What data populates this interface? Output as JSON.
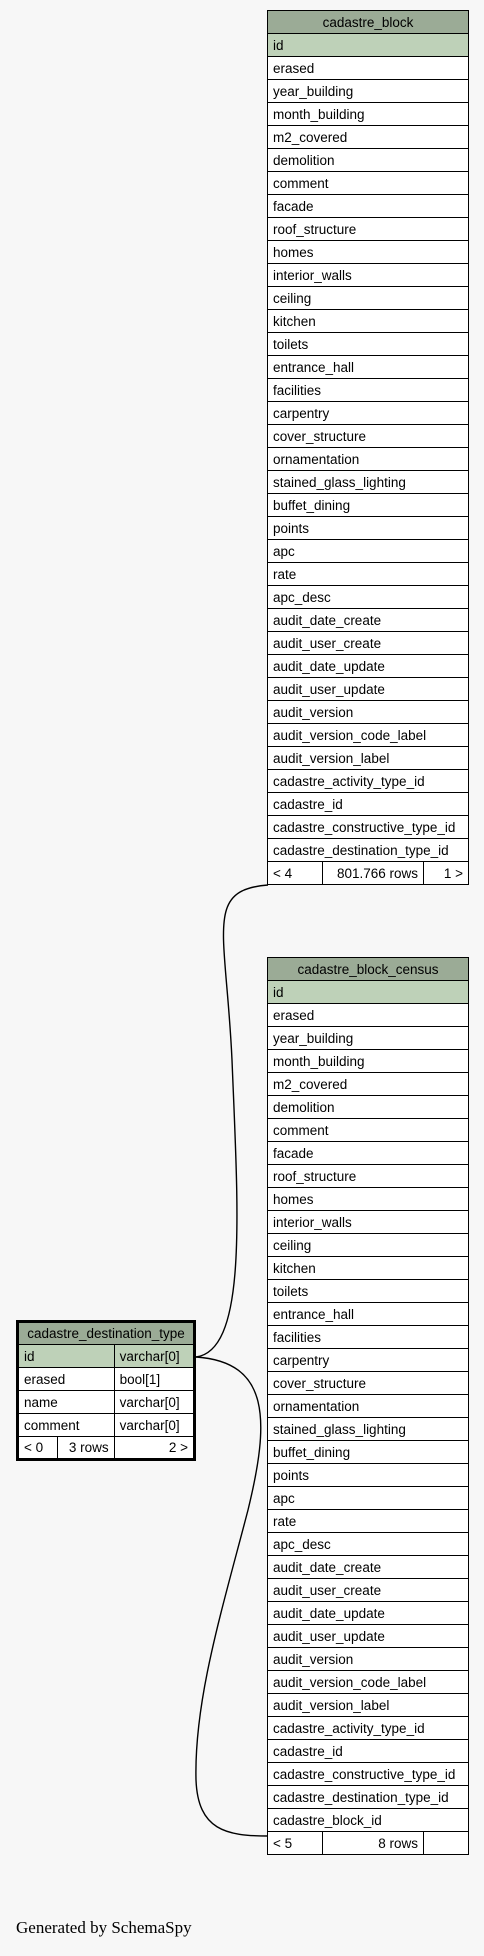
{
  "tables": {
    "cadastre_block": {
      "title": "cadastre_block",
      "columns": [
        "id",
        "erased",
        "year_building",
        "month_building",
        "m2_covered",
        "demolition",
        "comment",
        "facade",
        "roof_structure",
        "homes",
        "interior_walls",
        "ceiling",
        "kitchen",
        "toilets",
        "entrance_hall",
        "facilities",
        "carpentry",
        "cover_structure",
        "ornamentation",
        "stained_glass_lighting",
        "buffet_dining",
        "points",
        "apc",
        "rate",
        "apc_desc",
        "audit_date_create",
        "audit_user_create",
        "audit_date_update",
        "audit_user_update",
        "audit_version",
        "audit_version_code_label",
        "audit_version_label",
        "cadastre_activity_type_id",
        "cadastre_id",
        "cadastre_constructive_type_id",
        "cadastre_destination_type_id"
      ],
      "footer": {
        "left": "< 4",
        "center": "801.766 rows",
        "right": "1 >"
      }
    },
    "cadastre_block_census": {
      "title": "cadastre_block_census",
      "columns": [
        "id",
        "erased",
        "year_building",
        "month_building",
        "m2_covered",
        "demolition",
        "comment",
        "facade",
        "roof_structure",
        "homes",
        "interior_walls",
        "ceiling",
        "kitchen",
        "toilets",
        "entrance_hall",
        "facilities",
        "carpentry",
        "cover_structure",
        "ornamentation",
        "stained_glass_lighting",
        "buffet_dining",
        "points",
        "apc",
        "rate",
        "apc_desc",
        "audit_date_create",
        "audit_user_create",
        "audit_date_update",
        "audit_user_update",
        "audit_version",
        "audit_version_code_label",
        "audit_version_label",
        "cadastre_activity_type_id",
        "cadastre_id",
        "cadastre_constructive_type_id",
        "cadastre_destination_type_id",
        "cadastre_block_id"
      ],
      "footer": {
        "left": "< 5",
        "center": "8 rows",
        "right": ""
      }
    },
    "cadastre_destination_type": {
      "title": "cadastre_destination_type",
      "columns": [
        {
          "name": "id",
          "type": "varchar[0]"
        },
        {
          "name": "erased",
          "type": "bool[1]"
        },
        {
          "name": "name",
          "type": "varchar[0]"
        },
        {
          "name": "comment",
          "type": "varchar[0]"
        }
      ],
      "footer": {
        "left": "< 0",
        "center": "3 rows",
        "right": "2 >"
      }
    }
  },
  "generated_by": "Generated by SchemaSpy"
}
